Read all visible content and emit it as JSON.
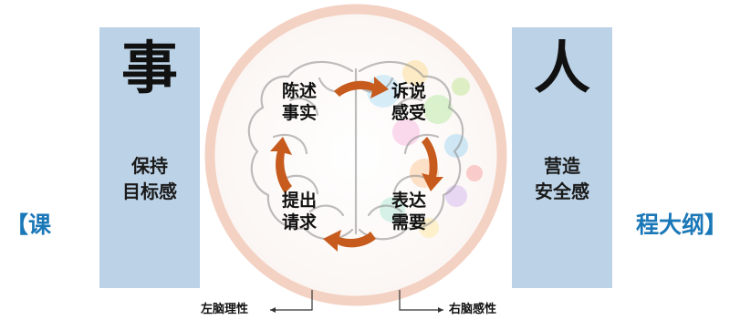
{
  "left_panel": {
    "char": "事",
    "subtitle": "保持\n目标感"
  },
  "right_panel": {
    "char": "人",
    "subtitle": "营造\n安全感"
  },
  "course_title": {
    "left": "【课",
    "right": "程大纲】"
  },
  "cycle": {
    "step1": "陈述\n事实",
    "step2": "诉说\n感受",
    "step3": "表达\n需要",
    "step4": "提出\n请求"
  },
  "brain_labels": {
    "left": "左脑理性",
    "right": "右脑感性"
  },
  "colors": {
    "panel": "#bcd2e6",
    "ring": "#f3d2c4",
    "arrow": "#c75b1e",
    "title": "#1b78b8"
  }
}
